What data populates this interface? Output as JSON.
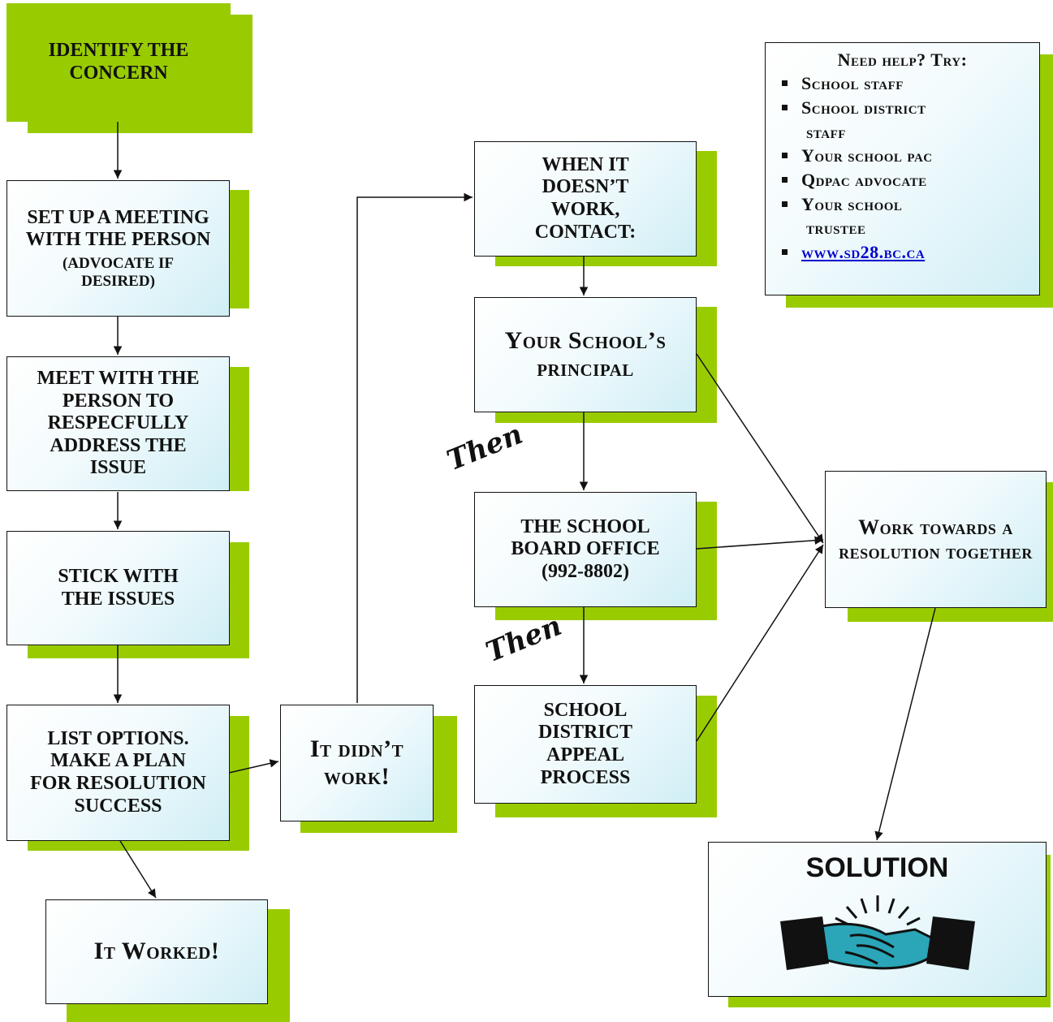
{
  "boxes": {
    "identify": "IDENTIFY THE CONCERN",
    "setup_main": "SET UP A MEETING WITH THE PERSON",
    "setup_sub": "(ADVOCATE IF DESIRED)",
    "meet": "MEET WITH THE PERSON TO RESPECFULLY ADDRESS THE ISSUE",
    "stick": "STICK WITH THE ISSUES",
    "list": "LIST OPTIONS. MAKE A PLAN FOR RESOLUTION SUCCESS",
    "worked": "It Worked!",
    "didnt": "It didn’t work!",
    "when": "WHEN IT DOESN’T WORK, CONTACT:",
    "principal": "Your School’s principal",
    "board_line1": "THE SCHOOL BOARD OFFICE",
    "board_line2": "(992-8802)",
    "appeal": "SCHOOL DISTRICT APPEAL PROCESS",
    "resolution": "Work towards a resolution together",
    "solution": "SOLUTION"
  },
  "then_labels": [
    "Then",
    "Then"
  ],
  "help": {
    "title": "Need help? Try:",
    "items": [
      {
        "text": "School staff",
        "cont": ""
      },
      {
        "text": "School district",
        "cont": "staff"
      },
      {
        "text": "Your school pac",
        "cont": ""
      },
      {
        "text": "Qdpac advocate",
        "cont": ""
      },
      {
        "text": "Your school",
        "cont": "trustee"
      }
    ],
    "link": "www.sd28.bc.ca"
  },
  "images": {
    "handshake": "handshake-icon"
  },
  "colors": {
    "shadow": "#99cc00",
    "box_gradient_end": "#cfeef5",
    "link": "#0000cc"
  }
}
